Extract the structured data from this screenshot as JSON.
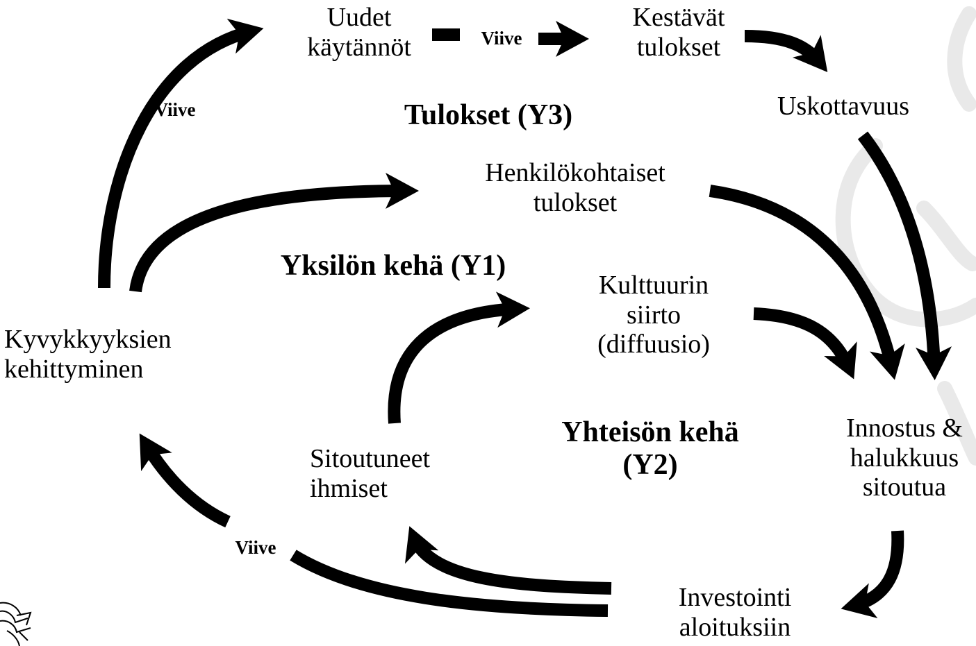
{
  "diagram": {
    "nodes": {
      "new_practices": [
        "Uudet",
        "käytännöt"
      ],
      "lasting_results": [
        "Kestävät",
        "tulokset"
      ],
      "credibility": [
        "Uskottavuus"
      ],
      "personal_results": [
        "Henkilökohtaiset",
        "tulokset"
      ],
      "culture_transfer": [
        "Kulttuurin",
        "siirto",
        "(diffuusio)"
      ],
      "capability_development": [
        "Kyvykkyyksien",
        "kehittyminen"
      ],
      "committed_people": [
        "Sitoutuneet",
        "ihmiset"
      ],
      "enthusiasm": [
        "Innostus &",
        "halukkuus",
        "sitoutua"
      ],
      "investment": [
        "Investointi",
        "aloituksiin"
      ]
    },
    "cycles": {
      "results": [
        "Tulokset (Y3)"
      ],
      "individual": [
        "Yksilön kehä (Y1)"
      ],
      "community": [
        "Yhteisön kehä",
        "(Y2)"
      ]
    },
    "delays": {
      "top": "Viive",
      "left": "Viive",
      "bottom": "Viive"
    }
  },
  "colors": {
    "arrow": "#000000",
    "text": "#000000",
    "background": "#ffffff",
    "watermark": "#e6e6e6"
  }
}
